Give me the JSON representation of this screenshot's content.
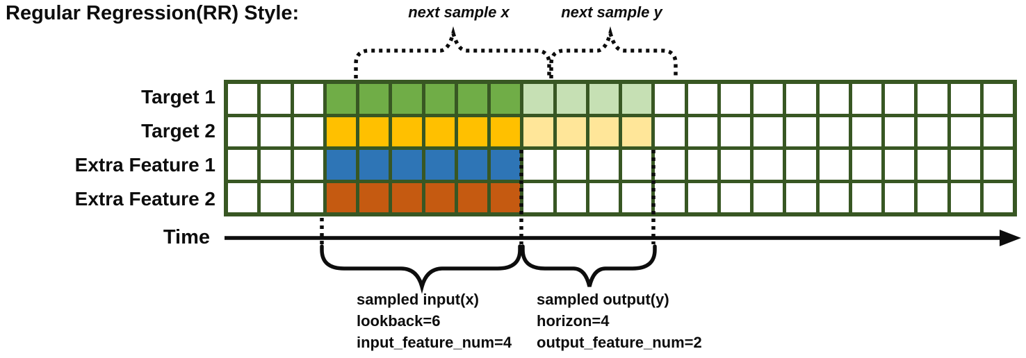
{
  "title": "Regular Regression(RR) Style:",
  "palette": {
    "grid_border": "#385723",
    "line_black": "#0d0d0d",
    "target1_color": "#70ad47",
    "target1_light": "#c6e0b4",
    "target2_color": "#ffc000",
    "target2_light": "#ffe699",
    "extra1_color": "#2e75b6",
    "extra2_color": "#c55a11"
  },
  "grid": {
    "num_cols": 24,
    "input_start_col": 3,
    "lookback": 6,
    "horizon": 4,
    "input_feature_num": 4,
    "output_feature_num": 2,
    "rows": [
      {
        "label": "Target 1",
        "color": "#70ad47",
        "light_color": "#c6e0b4",
        "is_target": true
      },
      {
        "label": "Target 2",
        "color": "#ffc000",
        "light_color": "#ffe699",
        "is_target": true
      },
      {
        "label": "Extra Feature 1",
        "color": "#2e75b6",
        "light_color": "",
        "is_target": false
      },
      {
        "label": "Extra Feature 2",
        "color": "#c55a11",
        "light_color": "",
        "is_target": false
      }
    ]
  },
  "annotations": {
    "next_sample_x": "next sample x",
    "next_sample_y": "next sample y",
    "time_label": "Time",
    "input_lines": [
      "sampled input(x)",
      "lookback=6",
      "input_feature_num=4"
    ],
    "output_lines": [
      "sampled output(y)",
      "horizon=4",
      "output_feature_num=2"
    ]
  }
}
